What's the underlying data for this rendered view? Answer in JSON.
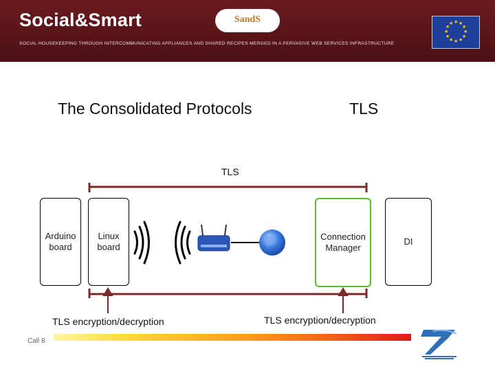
{
  "header": {
    "brand": "Social&Smart",
    "tagline": "SOCIAL HOUSEKEEPING THROUGH INTERCOMMUNICATING APPLIANCES AND SHARED RECIPES MERGED IN A PERVASIVE WEB SERVICES INFRASTRUCTURE",
    "logo_text": "SandS"
  },
  "slide": {
    "title_left": "The Consolidated Protocols",
    "title_right": "TLS"
  },
  "diagram": {
    "tls_label": "TLS",
    "boxes": {
      "arduino": "Arduino board",
      "linux": "Linux board",
      "connection_manager": "Connection Manager",
      "di": "DI"
    },
    "encryption_left": "TLS encryption/decryption",
    "encryption_right": "TLS encryption/decryption"
  },
  "footer": {
    "call_label": "Call 8"
  },
  "colors": {
    "header_bg": "#5a1519",
    "green_border": "#5cb82e",
    "bracket": "#7a2a2a",
    "eu_blue": "#1d3f99",
    "eu_stars": "#ffd200"
  }
}
